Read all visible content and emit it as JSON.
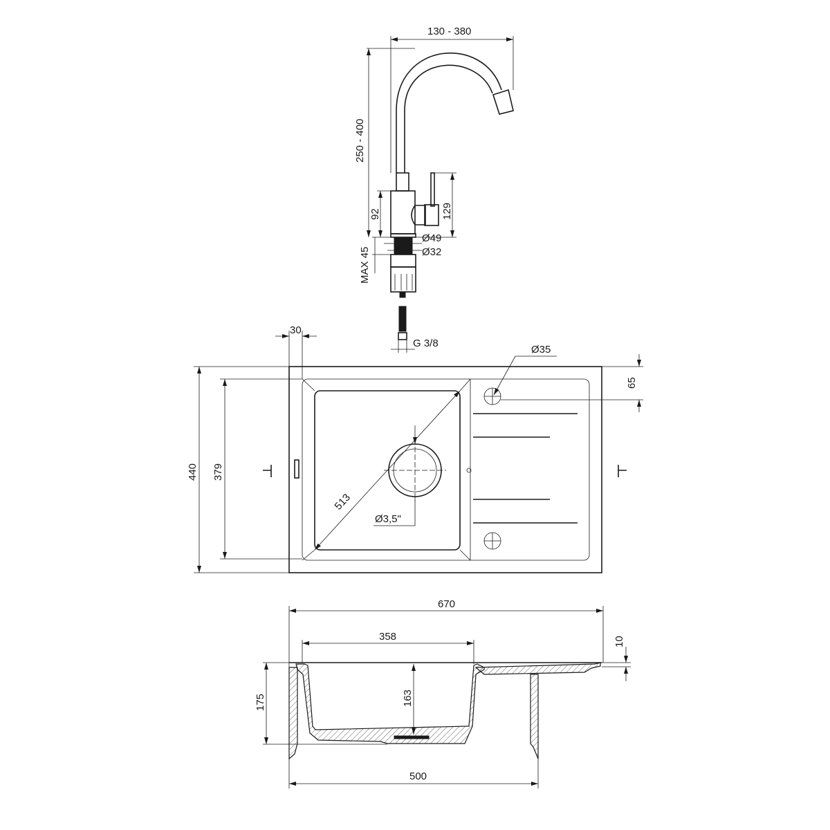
{
  "faucet": {
    "reach": "130 - 380",
    "height": "250 - 400",
    "body_height": "92",
    "lever_height": "129",
    "max_deck": "MAX 45",
    "hole_outer": "Ø49",
    "hole_inner": "Ø32",
    "connector": "G 3/8"
  },
  "top_view": {
    "rim_width": "30",
    "tap_hole": "Ø35",
    "tap_hole_offset": "65",
    "overall_depth": "440",
    "bowl_depth": "379",
    "bowl_diagonal": "513",
    "drain": "Ø3,5\""
  },
  "section_view": {
    "overall_width": "670",
    "bowl_width": "358",
    "rim_thickness": "10",
    "total_height": "175",
    "bowl_height": "163",
    "cabinet_width": "500"
  }
}
